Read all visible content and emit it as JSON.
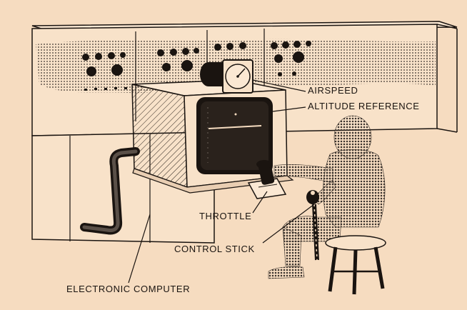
{
  "labels": {
    "airspeed": "AIRSPEED",
    "altitude_reference": "ALTITUDE REFERENCE",
    "throttle": "THROTTLE",
    "control_stick": "CONTROL STICK",
    "electronic_computer": "ELECTRONIC COMPUTER"
  },
  "colors": {
    "paper": "#f6dcc0",
    "ink": "#1a1410",
    "halftone": "#5a5048"
  }
}
